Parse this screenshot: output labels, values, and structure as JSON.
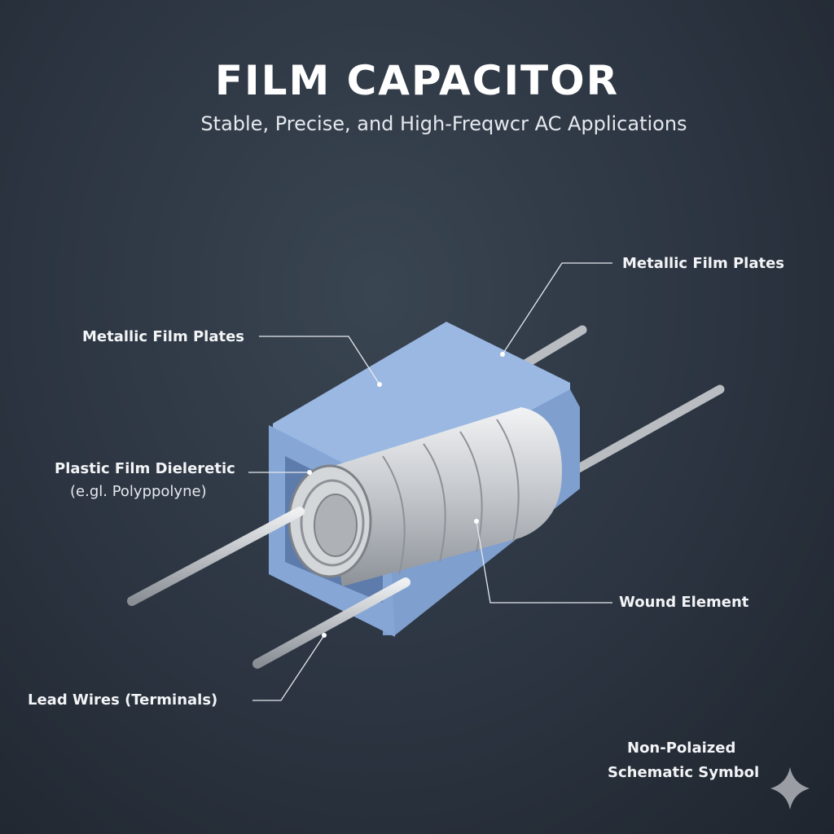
{
  "title": "FILM CAPACITOR",
  "subtitle": "Stable, Precise, and High-Freqwcr AC Applications",
  "labels": {
    "metallic_left": "Metallic Film Plates",
    "metallic_right": "Metallic Film Plates",
    "dielectric": "Plastic Film Dieleretic",
    "dielectric_note": "(e.gl. Polyppolyne)",
    "wound": "Wound Element",
    "leads": "Lead Wires (Terminals)",
    "symbol_line1": "Non-Polaized",
    "symbol_line2": "Schematic Symbol"
  },
  "colors": {
    "case": "#8eaedb",
    "metal": "#c9ccd0",
    "background": "#2b3440"
  }
}
